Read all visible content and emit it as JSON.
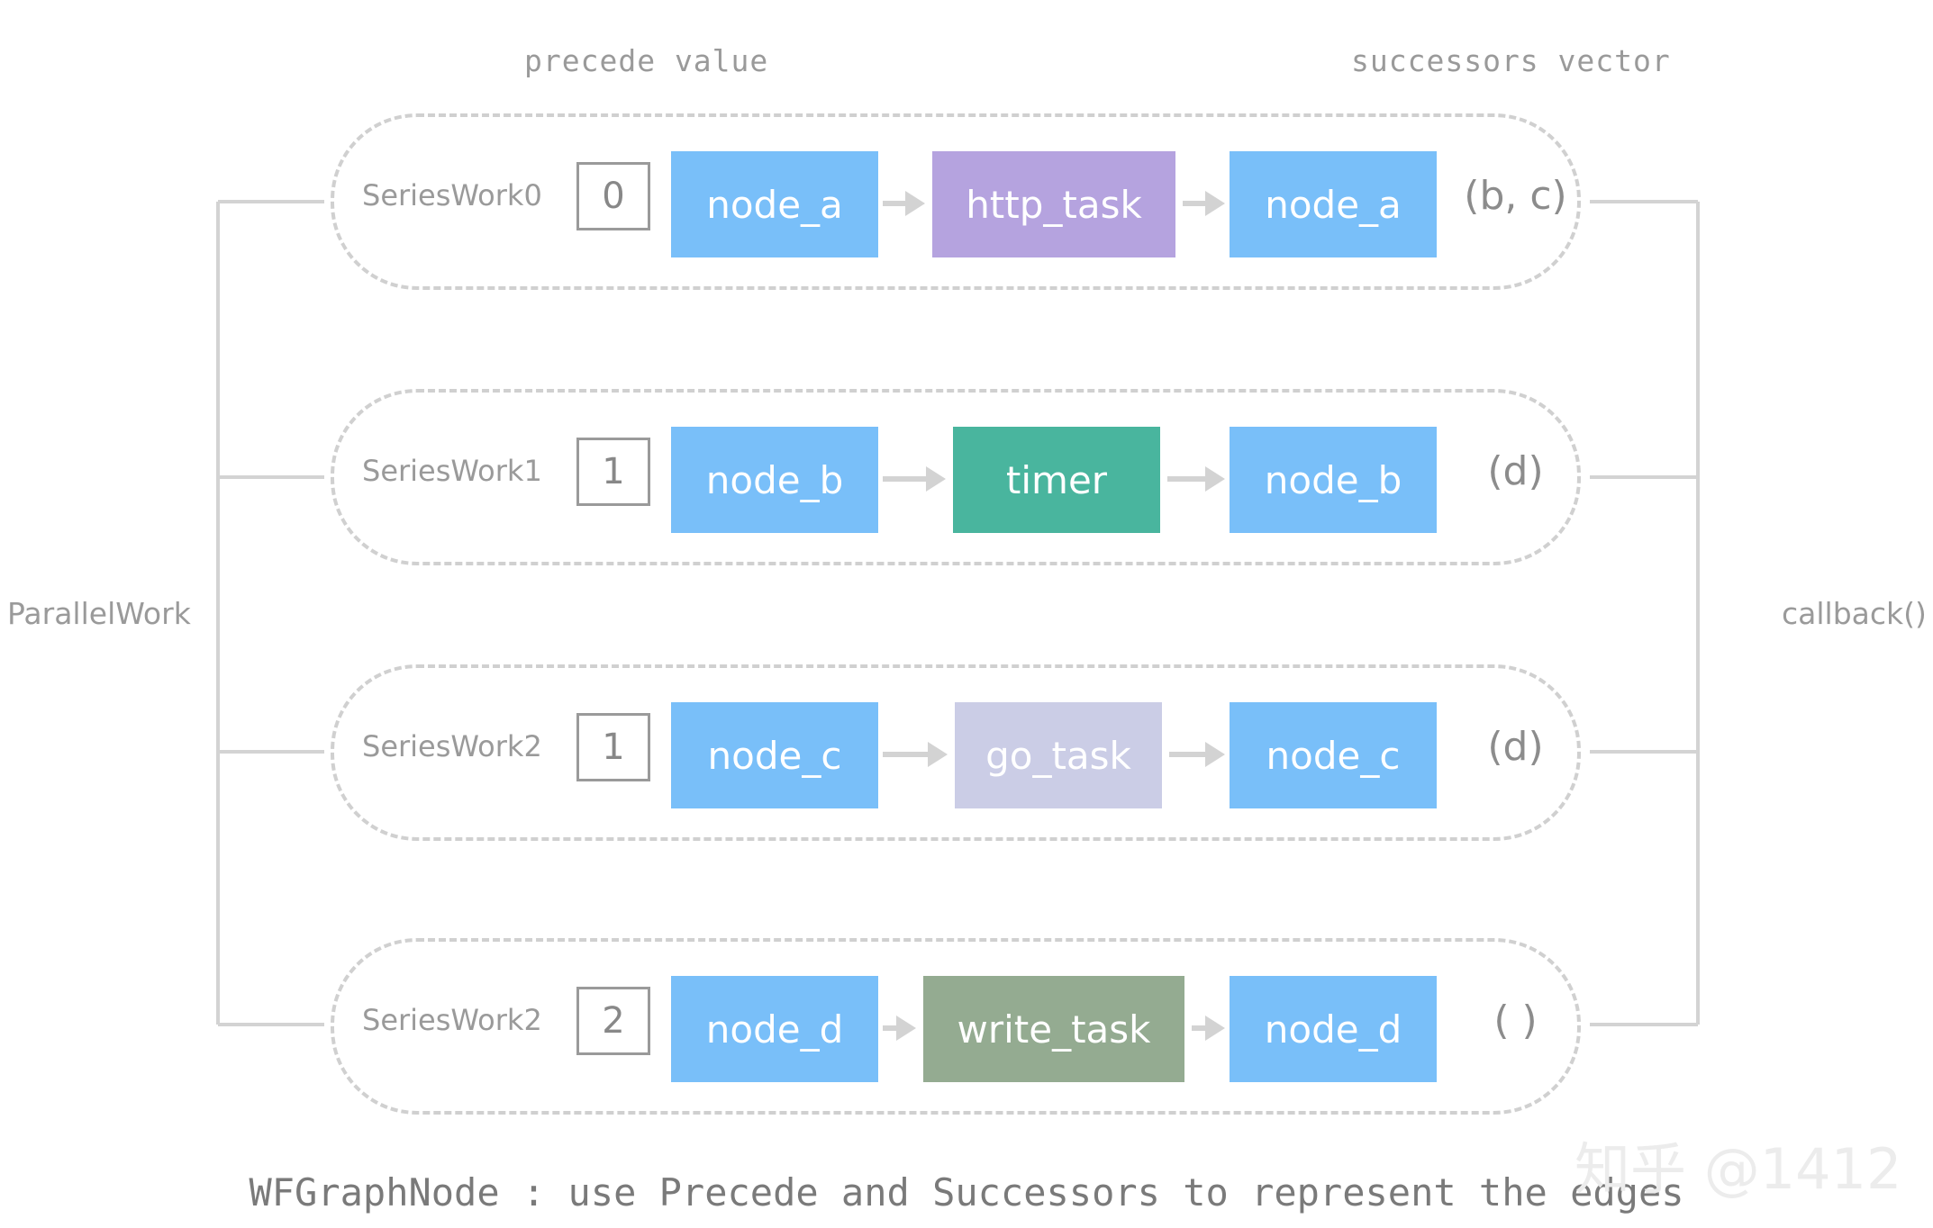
{
  "headers": {
    "precede": "precede value",
    "successors": "successors vector"
  },
  "side": {
    "left": "ParallelWork",
    "right": "callback()"
  },
  "rows": [
    {
      "label": "SeriesWork0",
      "precede": "0",
      "first": "node_a",
      "task": "http_task",
      "task_color": "#b5a3df",
      "last": "node_a",
      "successors": "(b, c)"
    },
    {
      "label": "SeriesWork1",
      "precede": "1",
      "first": "node_b",
      "task": "timer",
      "task_color": "#49b59e",
      "last": "node_b",
      "successors": "(d)"
    },
    {
      "label": "SeriesWork2",
      "precede": "1",
      "first": "node_c",
      "task": "go_task",
      "task_color": "#cbcde6",
      "last": "node_c",
      "successors": "(d)"
    },
    {
      "label": "SeriesWork2",
      "precede": "2",
      "first": "node_d",
      "task": "write_task",
      "task_color": "#94ab91",
      "last": "node_d",
      "successors": "( )"
    }
  ],
  "colors": {
    "node": "#79bff9",
    "line": "#d3d3d3",
    "arrow": "#d3d3d3"
  },
  "caption": "WFGraphNode : use Precede and Successors to represent the edges",
  "watermark": "知乎 @1412"
}
